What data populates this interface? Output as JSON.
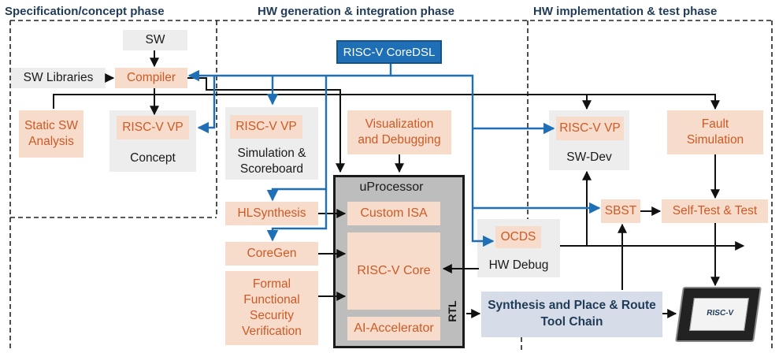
{
  "phases": {
    "spec": "Specification/concept phase",
    "hwgen": "HW generation & integration phase",
    "hwimpl": "HW implementation & test phase"
  },
  "nodes": {
    "sw": "SW",
    "sw_libraries": "SW Libraries",
    "compiler": "Compiler",
    "static_sw_analysis": "Static SW\nAnalysis",
    "riscv_vp_concept": "RISC-V VP",
    "concept": "Concept",
    "riscv_coredsl": "RISC-V CoreDSL",
    "riscv_vp_sim": "RISC-V VP",
    "simulation_scoreboard": "Simulation &\nScoreboard",
    "visualization_debugging": "Visualization\nand Debugging",
    "uprocessor": "uProcessor",
    "custom_isa": "Custom ISA",
    "riscv_core": "RISC-V Core",
    "ai_accelerator": "AI-Accelerator",
    "rtl": "RTL",
    "hlsynthesis": "HLSynthesis",
    "coregen": "CoreGen",
    "formal_verification": "Formal\nFunctional\nSecurity\nVerification",
    "riscv_vp_swdev": "RISC-V VP",
    "sw_dev": "SW-Dev",
    "fault_simulation": "Fault\nSimulation",
    "sbst": "SBST",
    "self_test": "Self-Test & Test",
    "ocds": "OCDS",
    "hw_debug": "HW Debug",
    "synthesis_toolchain": "Synthesis and Place & Route\nTool Chain",
    "chip_logo": "RISC-V"
  },
  "colors": {
    "arrow_blue": "#1f6fb6",
    "arrow_black": "#111111",
    "orange_text": "#cc5a26",
    "orange_fill": "#f8dccb",
    "gray_fill": "#ededed"
  }
}
